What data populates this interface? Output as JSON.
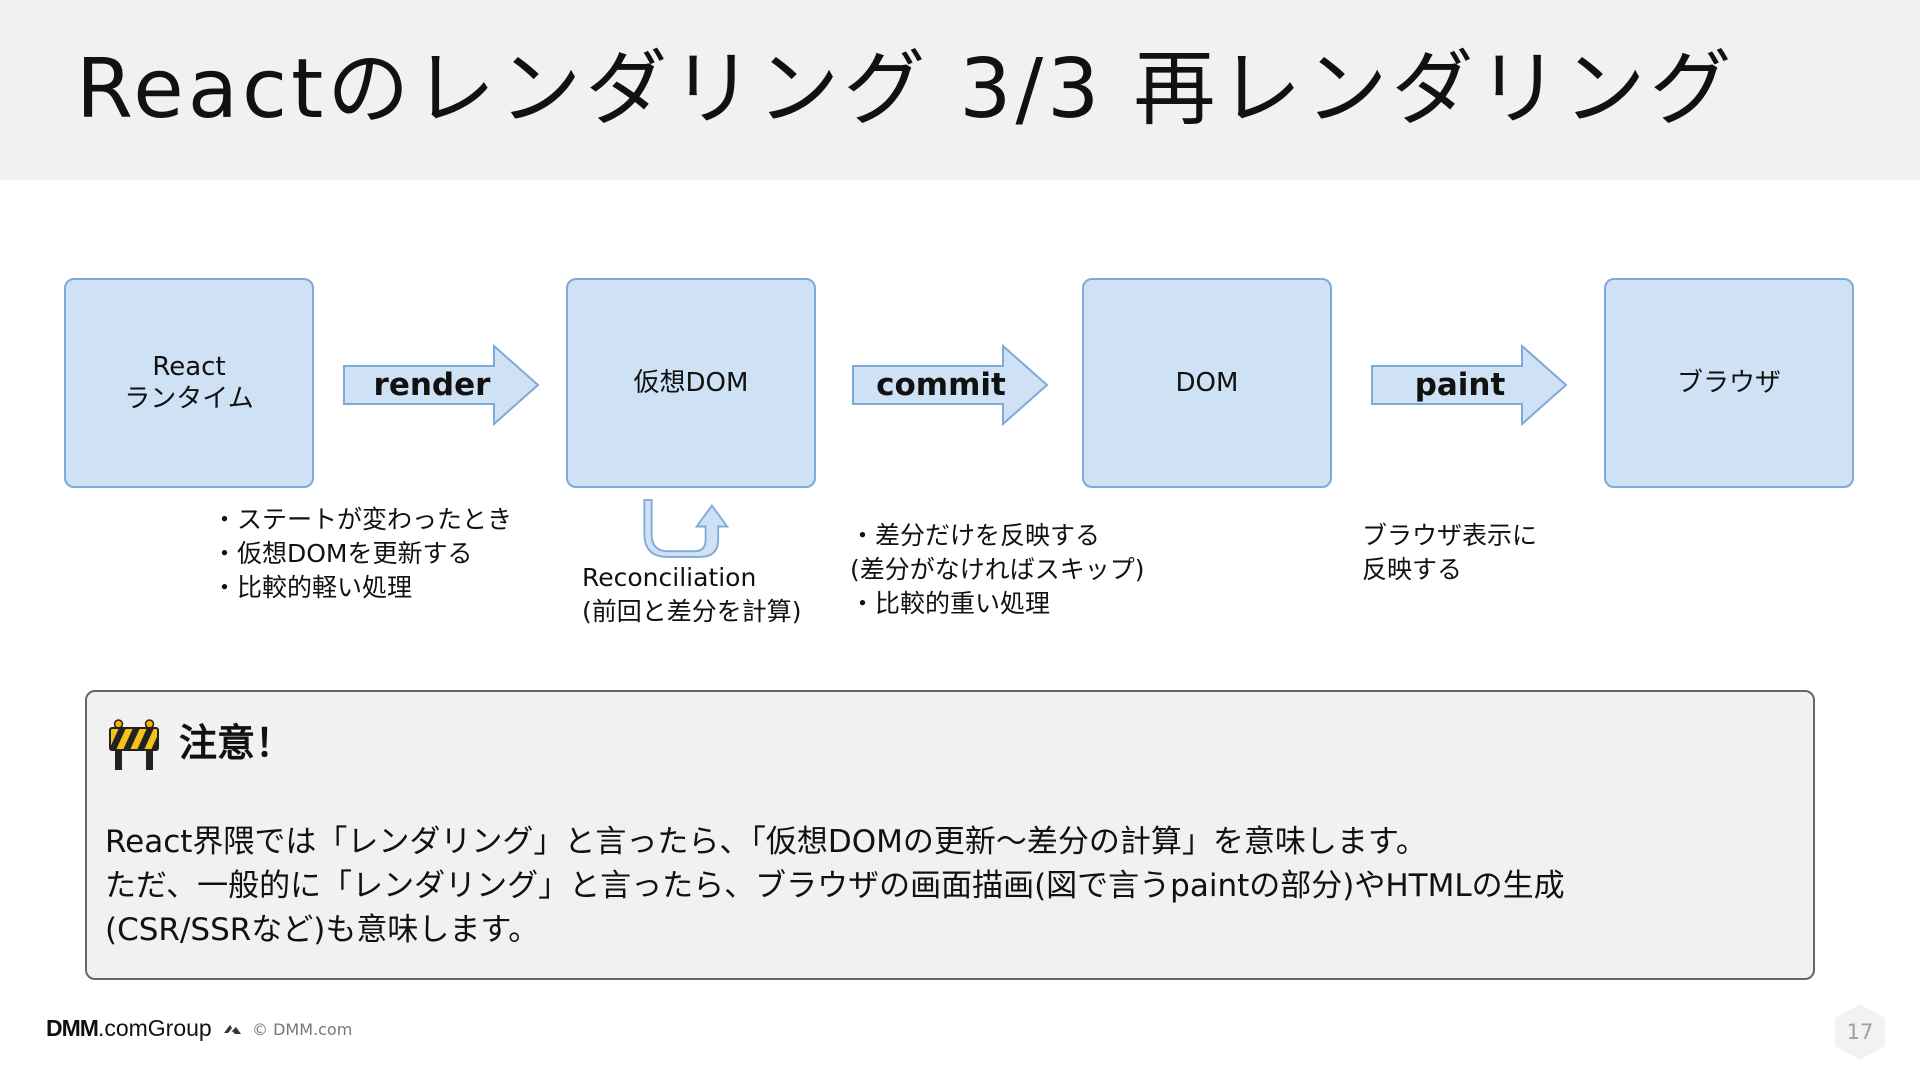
{
  "title": "Reactのレンダリング 3/3  再レンダリング",
  "boxes": {
    "react_runtime": {
      "line1": "React",
      "line2": "ランタイム"
    },
    "virtual_dom": {
      "label": "仮想DOM"
    },
    "dom": {
      "label": "DOM"
    },
    "browser": {
      "label": "ブラウザ"
    }
  },
  "arrows": {
    "render": "render",
    "commit": "commit",
    "paint": "paint"
  },
  "notes": {
    "render": [
      "・ステートが変わったとき",
      "・仮想DOMを更新する",
      "・比較的軽い処理"
    ],
    "reconciliation": [
      "Reconciliation",
      "(前回と差分を計算)"
    ],
    "commit": [
      "・差分だけを反映する",
      "(差分がなければスキップ)",
      "・比較的重い処理"
    ],
    "paint": [
      "ブラウザ表示に",
      "反映する"
    ]
  },
  "caution": {
    "icon": "construction-barrier-icon",
    "title": "注意！",
    "lines": [
      "React界隈では「レンダリング」と言ったら、「仮想DOMの更新～差分の計算」を意味します。",
      "ただ、一般的に「レンダリング」と言ったら、ブラウザの画面描画(図で言うpaintの部分)やHTMLの生成",
      "(CSR/SSRなど)も意味します。"
    ]
  },
  "footer": {
    "logo_dmm": "DMM",
    "logo_com": ".com",
    "logo_group": "Group",
    "copyright": "© DMM.com",
    "page_number": "17"
  },
  "colors": {
    "box_fill": "#cfe1f4",
    "box_border": "#7eaad8",
    "title_bar": "#f1f1f1"
  }
}
